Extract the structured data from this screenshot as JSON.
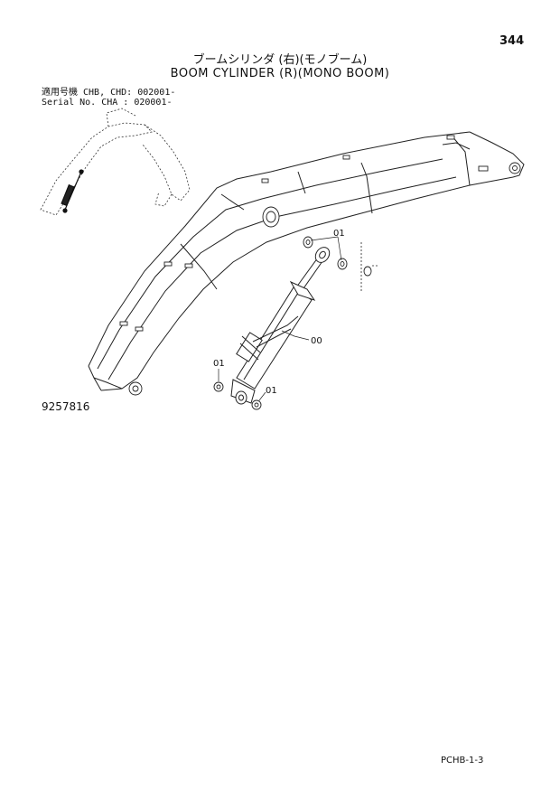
{
  "page": {
    "number": "344",
    "title_jp": "ブームシリンダ (右)(モノブーム)",
    "title_en": "BOOM CYLINDER (R)(MONO BOOM)",
    "serial_line1": "適用号機  CHB, CHD: 002001-",
    "serial_line2": "Serial No. CHA     : 020001-",
    "figure_number": "9257816",
    "footer_code": "PCHB-1-3"
  },
  "callouts": {
    "cylinder": "00",
    "pin_top": "01",
    "pin_left": "01",
    "pin_bottom": "01"
  }
}
